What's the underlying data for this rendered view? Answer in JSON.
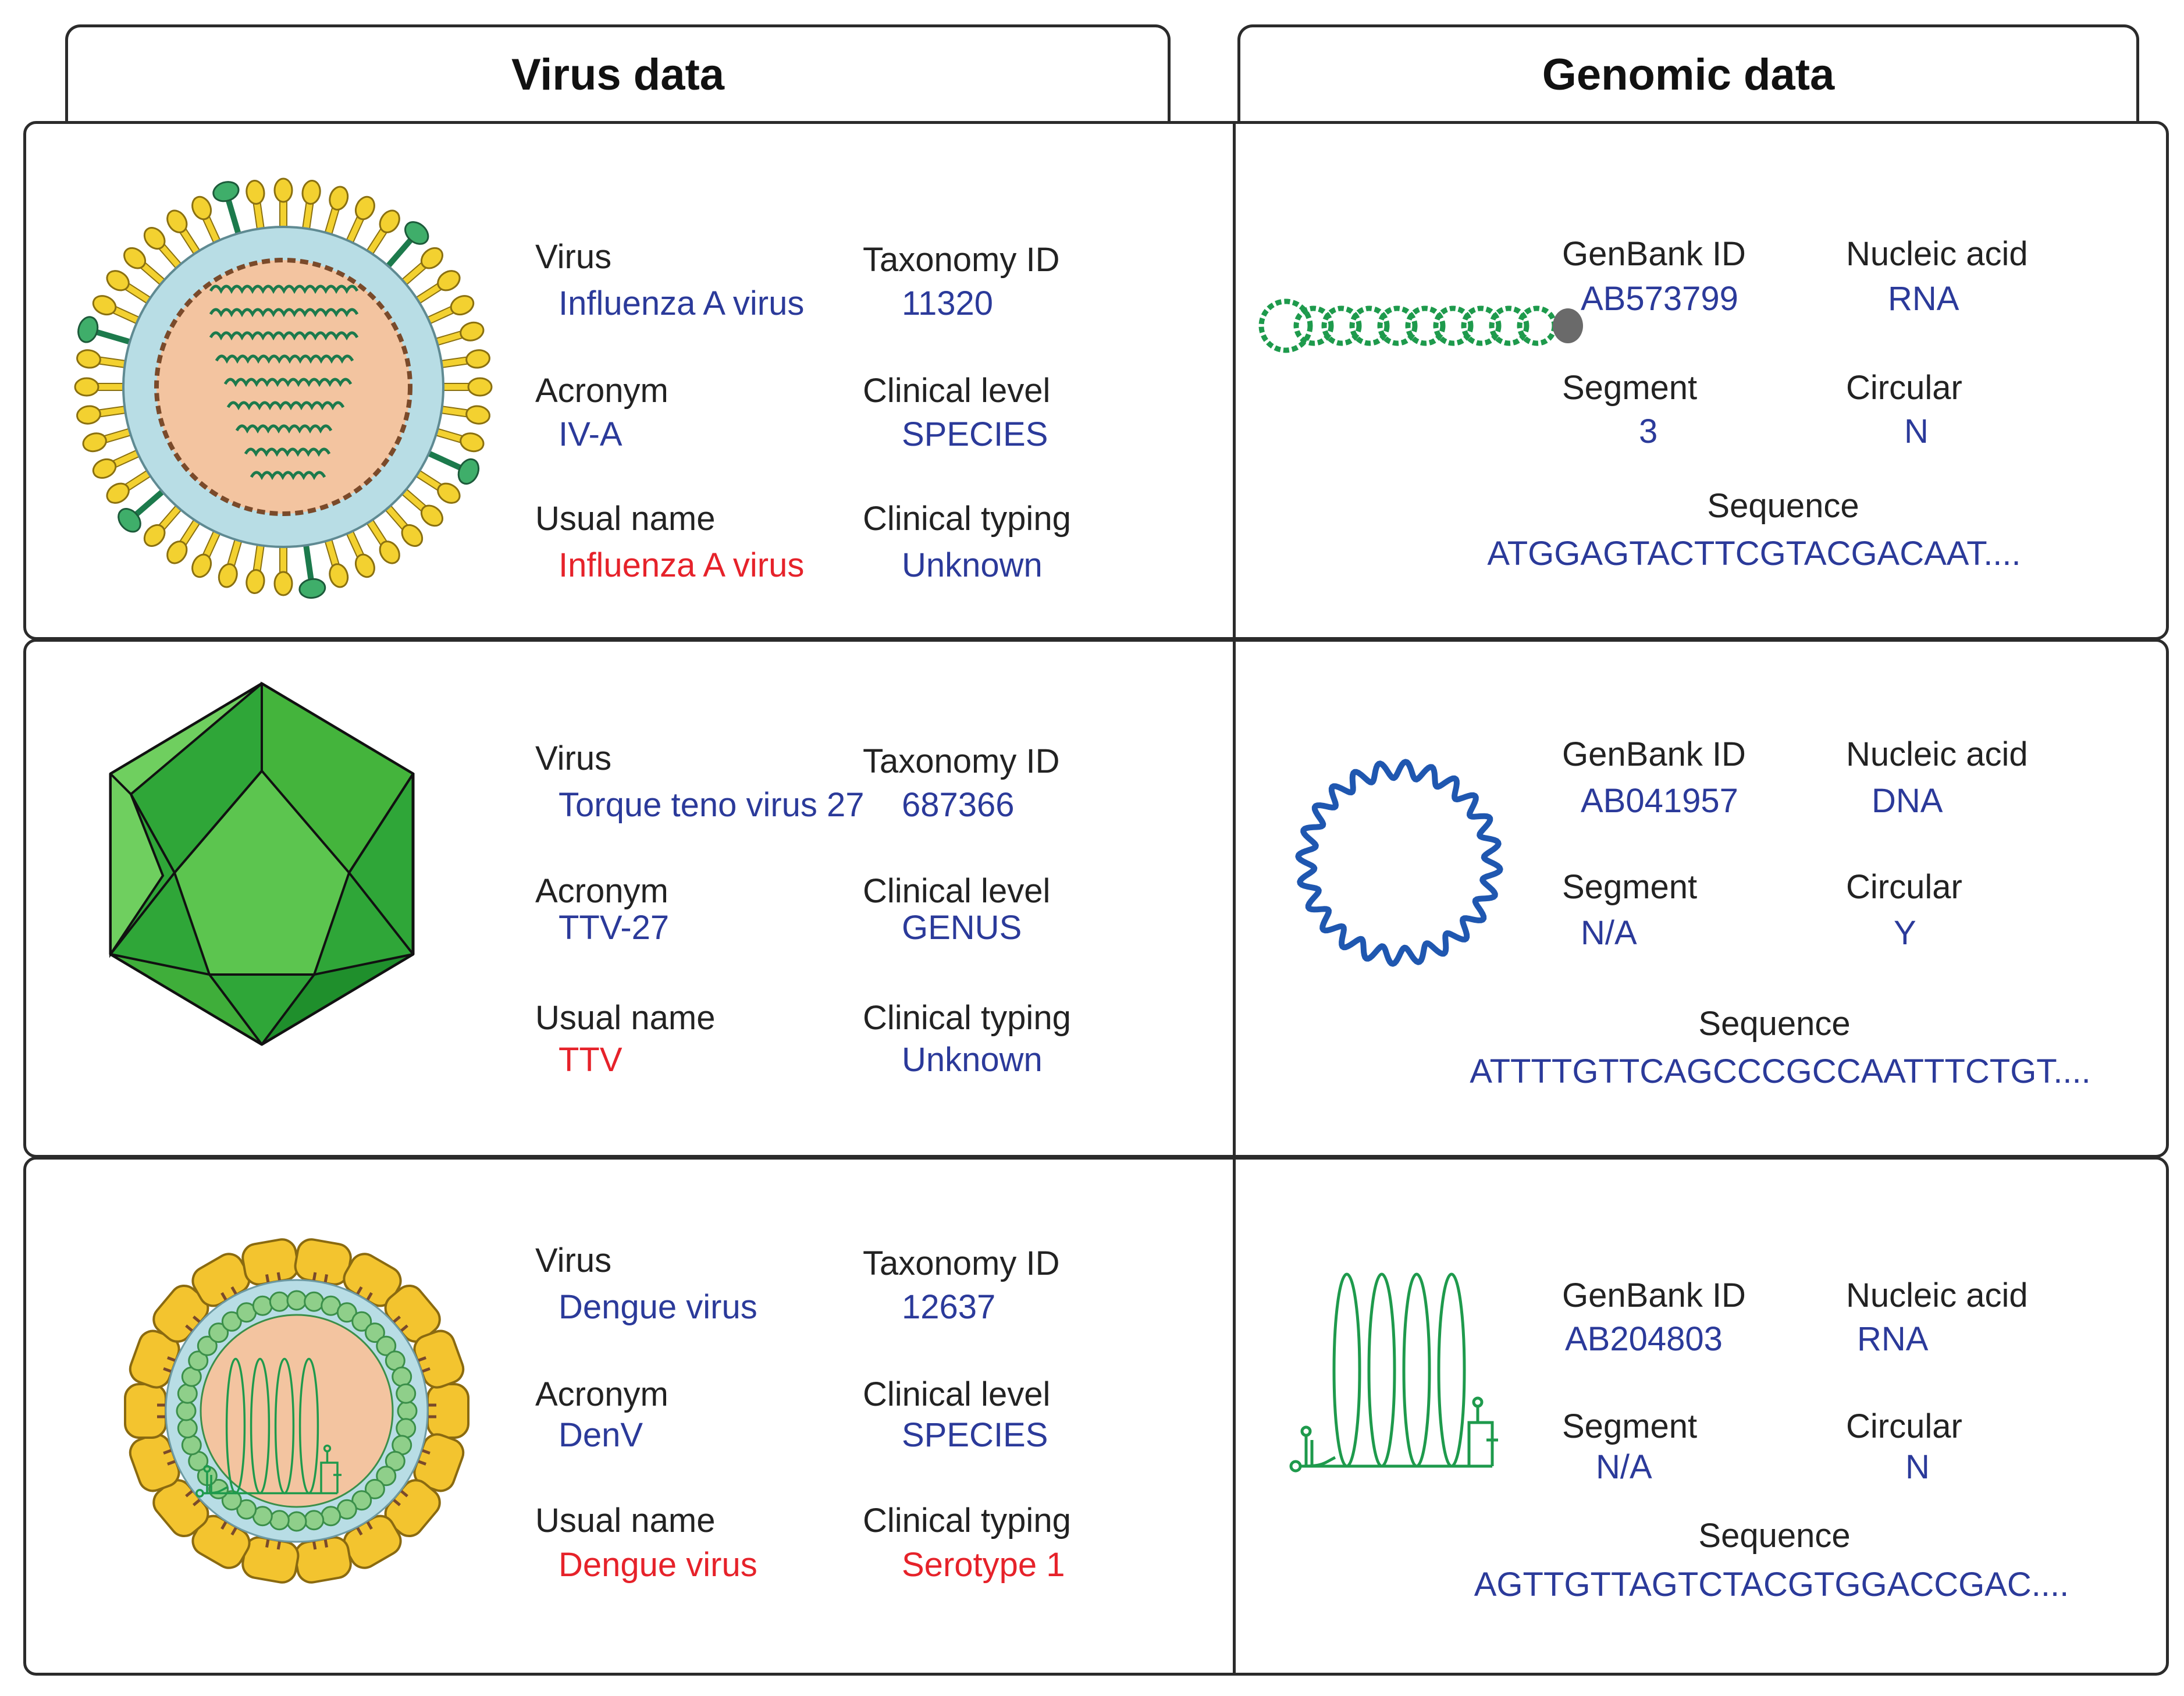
{
  "headers": {
    "left": "Virus data",
    "right": "Genomic data"
  },
  "labels": {
    "virus": "Virus",
    "taxonomy": "Taxonomy ID",
    "acronym": "Acronym",
    "clinical_level": "Clinical level",
    "usual_name": "Usual name",
    "clinical_typing": "Clinical typing",
    "genbank": "GenBank ID",
    "nucleic": "Nucleic acid",
    "segment": "Segment",
    "circular": "Circular",
    "sequence": "Sequence"
  },
  "rows": [
    {
      "icon": "influenza-virion-icon",
      "genome_icon": "coiled-rna-icon",
      "virus": "Influenza A virus",
      "taxonomy": "11320",
      "acronym": "IV-A",
      "clinical_level": "SPECIES",
      "usual_name": "Influenza A virus",
      "clinical_typing": "Unknown",
      "genbank": "AB573799",
      "nucleic": "RNA",
      "segment": "3",
      "circular": "N",
      "sequence": "ATGGAGTACTTCGTACGACAAT...."
    },
    {
      "icon": "icosahedral-capsid-icon",
      "genome_icon": "circular-dna-icon",
      "virus": "Torque teno virus 27",
      "taxonomy": "687366",
      "acronym": "TTV-27",
      "clinical_level": "GENUS",
      "usual_name": "TTV",
      "clinical_typing": "Unknown",
      "genbank": "AB041957",
      "nucleic": "DNA",
      "segment": "N/A",
      "circular": "Y",
      "sequence": "ATTTTGTTCAGCCCGCCAATTTCTGT...."
    },
    {
      "icon": "dengue-virion-icon",
      "genome_icon": "looped-rna-icon",
      "virus": "Dengue virus",
      "taxonomy": "12637",
      "acronym": "DenV",
      "clinical_level": "SPECIES",
      "usual_name": "Dengue virus",
      "clinical_typing": "Serotype 1",
      "genbank": "AB204803",
      "nucleic": "RNA",
      "segment": "N/A",
      "circular": "N",
      "sequence": "AGTTGTTAGTCTACGTGGACCGAC...."
    }
  ],
  "colors": {
    "value_blue": "#2b3a9a",
    "name_red": "#e6222a",
    "border": "#2b2b2b",
    "spike_yellow": "#f3d130",
    "envelope_blue": "#b8dde5",
    "core_peach": "#f3c4a0",
    "capsid_green": "#4cbc48",
    "dna_blue": "#1f57b0",
    "rna_green": "#1e9a4c"
  }
}
